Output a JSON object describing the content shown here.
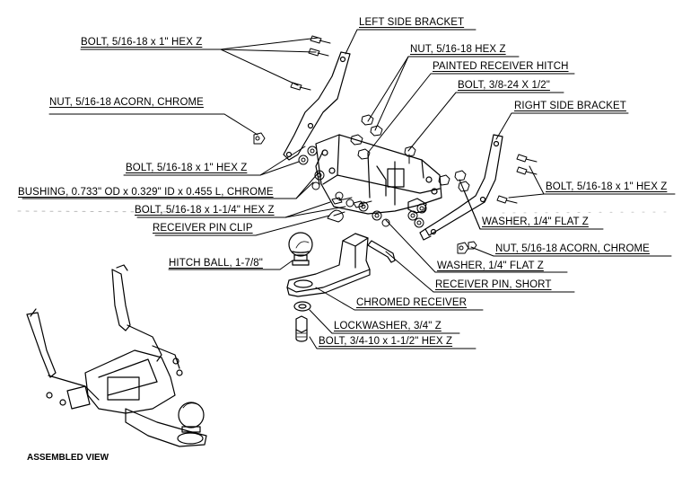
{
  "labels": {
    "left_side_bracket": "LEFT SIDE BRACKET",
    "bolt_top_left": "BOLT, 5/16-18 x 1\" HEX Z",
    "nut_hex": "NUT, 5/16-18 HEX Z",
    "painted_receiver_hitch": "PAINTED RECEIVER HITCH",
    "nut_acorn_left": "NUT, 5/16-18 ACORN, CHROME",
    "bolt_3_8": "BOLT, 3/8-24 X 1/2\"",
    "right_side_bracket": "RIGHT SIDE BRACKET",
    "bolt_mid_left": "BOLT, 5/16-18 x 1\" HEX Z",
    "bolt_right": "BOLT, 5/16-18 x 1\" HEX Z",
    "bushing": "BUSHING, 0.733\" OD x 0.329\" ID x 0.455 L, CHROME",
    "bolt_1_1_4": "BOLT, 5/16-18 x 1-1/4\" HEX Z",
    "washer_right": "WASHER, 1/4\" FLAT Z",
    "receiver_pin_clip": "RECEIVER PIN CLIP",
    "nut_acorn_right": "NUT, 5/16-18 ACORN, CHROME",
    "hitch_ball": "HITCH BALL, 1-7/8\"",
    "washer_center": "WASHER, 1/4\" FLAT Z",
    "receiver_pin_short": "RECEIVER PIN, SHORT",
    "chromed_receiver": "CHROMED RECEIVER",
    "lockwasher": "LOCKWASHER, 3/4\" Z",
    "bolt_3_4": "BOLT, 3/4-10 x 1-1/2\" HEX Z"
  },
  "assembled_view_title": "ASSEMBLED VIEW"
}
